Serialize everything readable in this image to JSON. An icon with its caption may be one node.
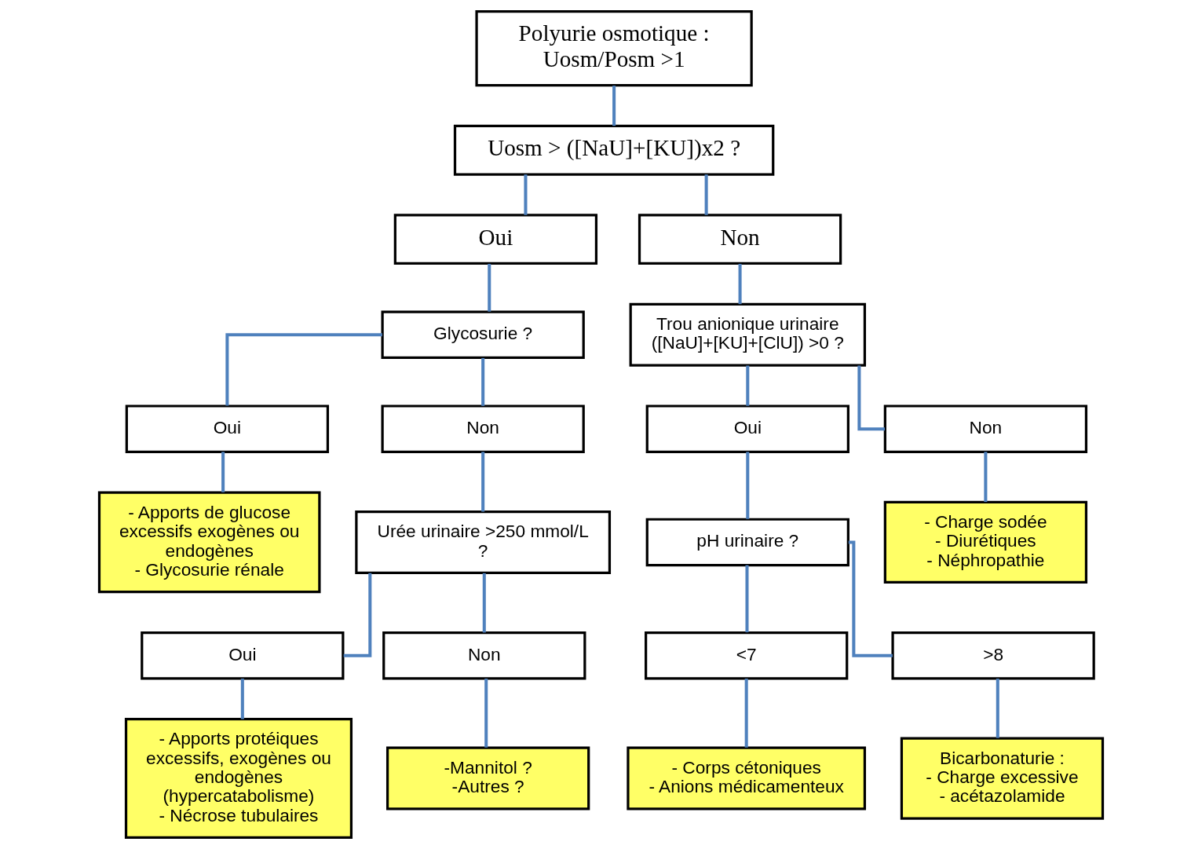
{
  "diagram": {
    "nodes": [
      {
        "text": [
          "Polyurie osmotique : Uosm/Posm >1"
        ]
      },
      {
        "text": [
          "Uosm > ([NaU]+[KU])x2 ?"
        ]
      },
      {
        "text": [
          "Oui"
        ]
      },
      {
        "text": [
          "Non"
        ]
      },
      {
        "text": [
          "Glycosurie ?"
        ]
      },
      {
        "text": [
          "Trou anionique urinaire ([NaU]+[KU]+[ClU]) >0 ?"
        ]
      },
      {
        "text": [
          "Oui"
        ]
      },
      {
        "text": [
          "Non"
        ]
      },
      {
        "text": [
          "Oui"
        ]
      },
      {
        "text": [
          "Non"
        ]
      },
      {
        "text": [
          "- Apports de glucose excessifs exogènes ou endogènes",
          "- Glycosurie rénale"
        ]
      },
      {
        "text": [
          "Urée urinaire >250 mmol/L ?"
        ]
      },
      {
        "text": [
          "pH urinaire ?"
        ]
      },
      {
        "text": [
          "- Charge sodée",
          "- Diurétiques",
          "- Néphropathie"
        ]
      },
      {
        "text": [
          "Oui"
        ]
      },
      {
        "text": [
          "Non"
        ]
      },
      {
        "text": [
          "<7"
        ]
      },
      {
        "text": [
          ">8"
        ]
      },
      {
        "text": [
          "- Apports protéiques excessifs, exogènes ou endogènes (hypercatabolisme)",
          "- Nécrose tubulaires"
        ]
      },
      {
        "text": [
          "-Mannitol ?",
          "-Autres ?"
        ]
      },
      {
        "text": [
          "- Corps cétoniques",
          "- Anions médicamenteux"
        ]
      },
      {
        "text": [
          "Bicarbonaturie :",
          "- Charge excessive",
          "- acétazolamide"
        ]
      }
    ],
    "edges": [
      {
        "from": 0,
        "to": 1,
        "arrow": "none"
      },
      {
        "from": 1,
        "to": 2,
        "arrow": "none"
      },
      {
        "from": 1,
        "to": 3,
        "arrow": "none"
      },
      {
        "from": 2,
        "to": 4,
        "arrow": "none"
      },
      {
        "from": 3,
        "to": 5,
        "arrow": "none"
      },
      {
        "from": 4,
        "to": 6,
        "arrow": "none"
      },
      {
        "from": 4,
        "to": 7,
        "arrow": "none"
      },
      {
        "from": 5,
        "to": 8,
        "arrow": "none"
      },
      {
        "from": 5,
        "to": 9,
        "arrow": "none"
      },
      {
        "from": 6,
        "to": 10,
        "arrow": "none"
      },
      {
        "from": 7,
        "to": 11,
        "arrow": "none"
      },
      {
        "from": 8,
        "to": 12,
        "arrow": "none"
      },
      {
        "from": 9,
        "to": 13,
        "arrow": "none"
      },
      {
        "from": 11,
        "to": 14,
        "arrow": "none"
      },
      {
        "from": 11,
        "to": 15,
        "arrow": "none"
      },
      {
        "from": 12,
        "to": 16,
        "arrow": "none"
      },
      {
        "from": 12,
        "to": 17,
        "arrow": "none"
      },
      {
        "from": 14,
        "to": 18,
        "arrow": "none"
      },
      {
        "from": 15,
        "to": 19,
        "arrow": "none"
      },
      {
        "from": 16,
        "to": 20,
        "arrow": "none"
      },
      {
        "from": 17,
        "to": 21,
        "arrow": "none"
      }
    ]
  }
}
